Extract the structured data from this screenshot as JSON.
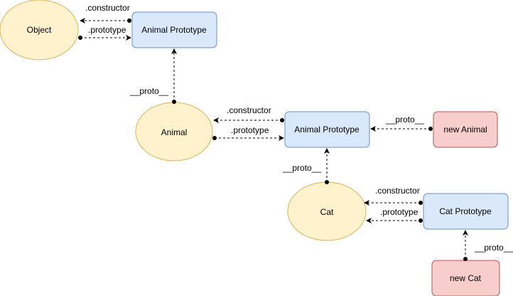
{
  "colors": {
    "ellipse_fill": "#fff2cc",
    "ellipse_stroke": "#d6b656",
    "prototype_fill": "#dae8fc",
    "prototype_stroke": "#6c8ebf",
    "instance_fill": "#f8cecc",
    "instance_stroke": "#b85450",
    "edge": "#000000"
  },
  "nodes": {
    "object": "Object",
    "animal_prototype_top": "Animal Prototype",
    "animal": "Animal",
    "animal_prototype_mid": "Animal Prototype",
    "new_animal": "new Animal",
    "cat": "Cat",
    "cat_prototype": "Cat Prototype",
    "new_cat": "new Cat"
  },
  "labels": {
    "constructor_1": ".constructor",
    "prototype_1": ".prototype",
    "proto_1": "__proto__",
    "constructor_2": ".constructor",
    "prototype_2": ".prototype",
    "proto_2": "__proto__",
    "proto_3": "__proto__",
    "constructor_3": ".constructor",
    "prototype_3": ".prototype",
    "proto_4": "__proto__"
  }
}
